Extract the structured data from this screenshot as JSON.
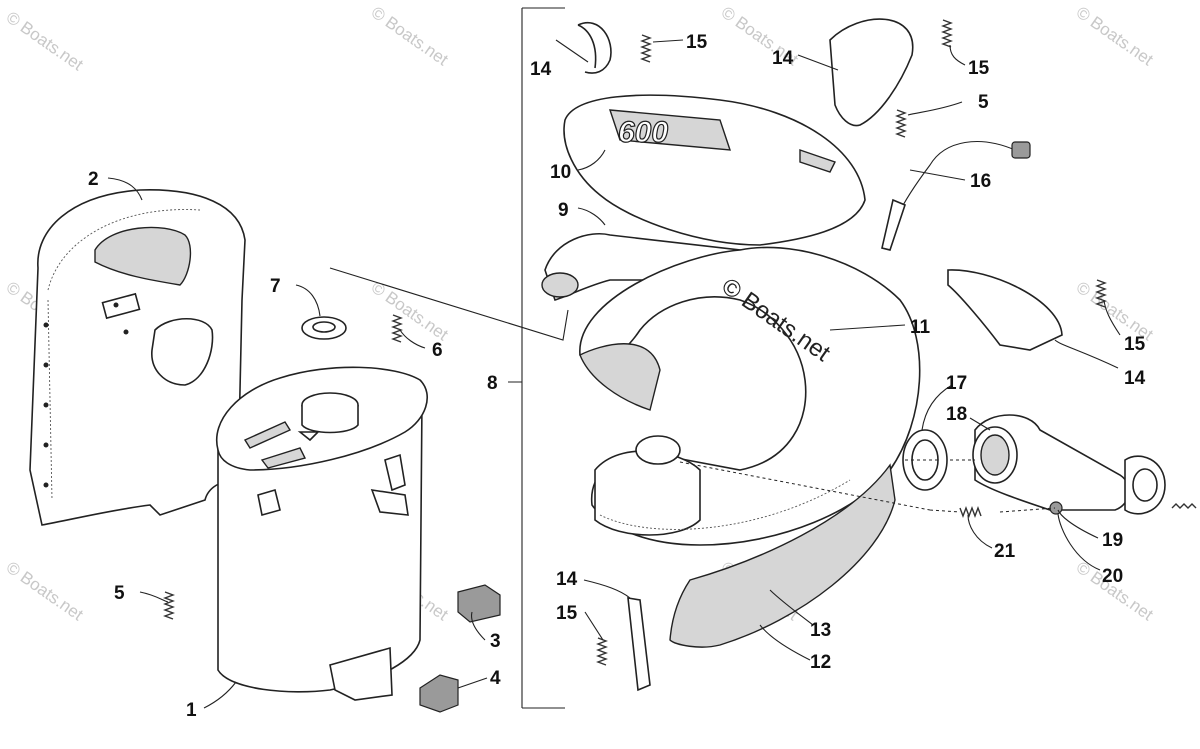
{
  "watermark": {
    "small": "© Boats.net",
    "main": "© Boats.net"
  },
  "emboss_text": "600",
  "labels": {
    "l1": "1",
    "l2": "2",
    "l3": "3",
    "l4": "4",
    "l5a": "5",
    "l5b": "5",
    "l6": "6",
    "l7": "7",
    "l8": "8",
    "l9": "9",
    "l10": "10",
    "l11": "11",
    "l12": "12",
    "l13": "13",
    "l14a": "14",
    "l14b": "14",
    "l14c": "14",
    "l14d": "14",
    "l15a": "15",
    "l15b": "15",
    "l15c": "15",
    "l15d": "15",
    "l16": "16",
    "l17": "17",
    "l18": "18",
    "l19": "19",
    "l20": "20",
    "l21": "21"
  }
}
